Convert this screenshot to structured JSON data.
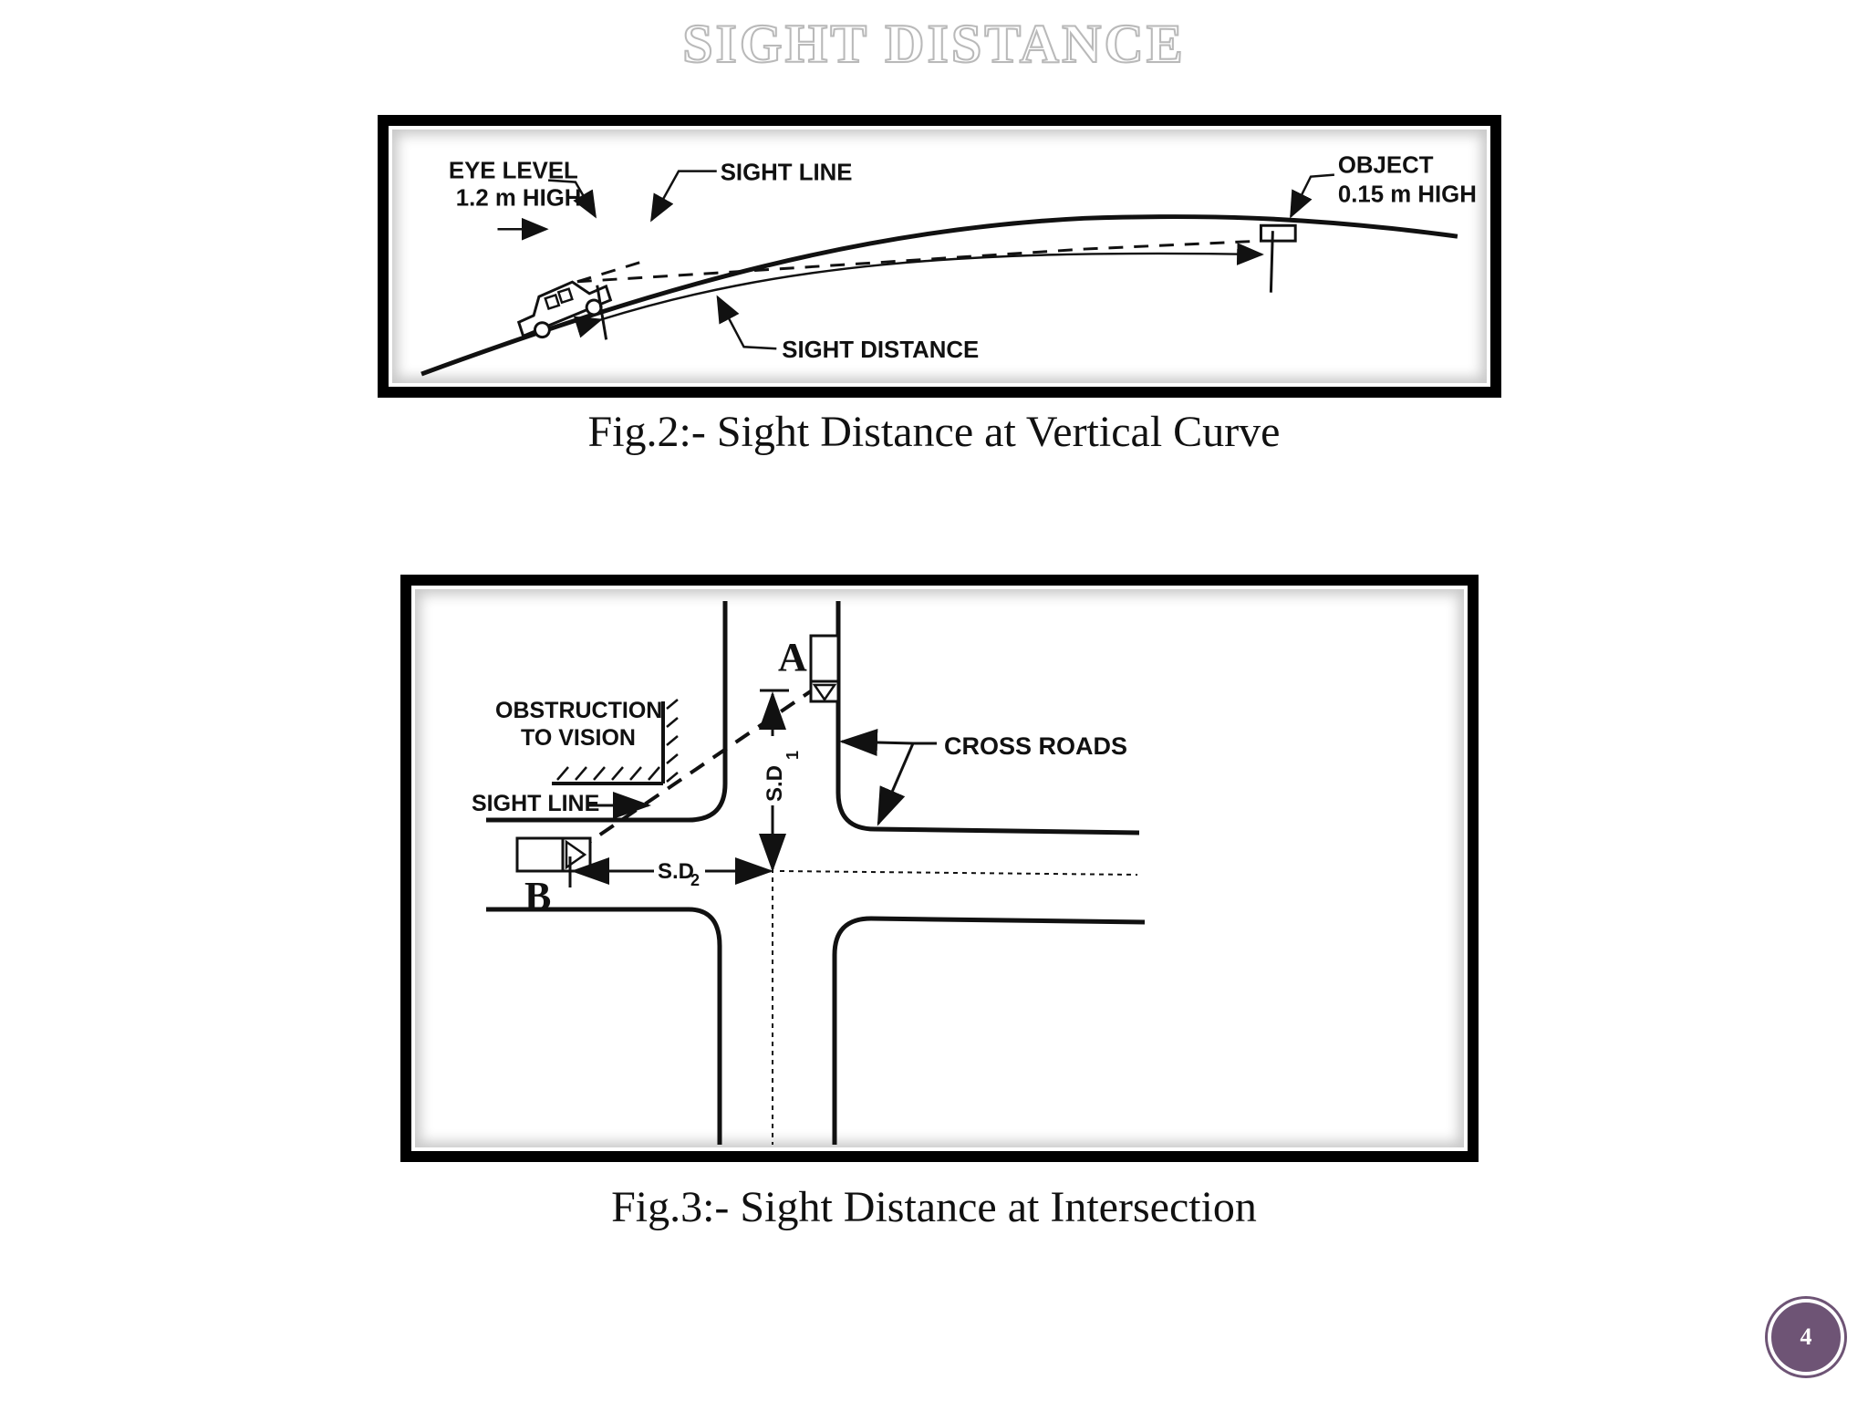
{
  "slide": {
    "title": "SIGHT DISTANCE",
    "page_number": "4"
  },
  "figure2": {
    "caption": "Fig.2:- Sight Distance at Vertical Curve",
    "labels": {
      "eye_level_1": "EYE LEVEL",
      "eye_level_2": "1.2 m HIGH",
      "sight_line": "SIGHT LINE",
      "object_1": "OBJECT",
      "object_2": "0.15 m HIGH",
      "sight_distance": "SIGHT DISTANCE"
    }
  },
  "figure3": {
    "caption": "Fig.3:- Sight Distance at Intersection",
    "labels": {
      "obstruction_1": "OBSTRUCTION",
      "obstruction_2": "TO VISION",
      "sight_line": "SIGHT LINE",
      "cross_roads": "CROSS ROADS",
      "vehicle_a": "A",
      "vehicle_b": "B",
      "sd1": "S.D",
      "sd1_sub": "1",
      "sd2": "S.D",
      "sd2_sub": "2"
    }
  },
  "colors": {
    "badge": "#6e5475",
    "title_outline": "#b9b9b9"
  }
}
